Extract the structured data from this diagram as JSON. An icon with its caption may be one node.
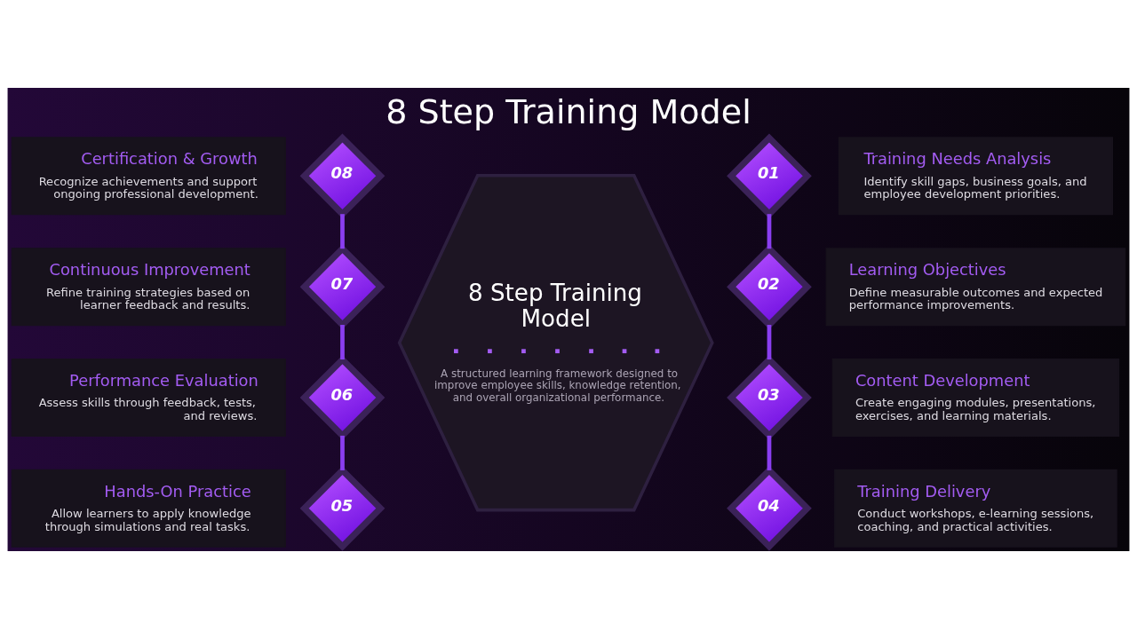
{
  "diagram": {
    "title": "8 Step Training Model",
    "nodes": [
      {
        "text": [
          "8 Step Training Model",
          "A structured learning framework designed to improve employee skills, knowledge retention, and overall organizational performance."
        ]
      },
      {
        "text": [
          "01"
        ]
      },
      {
        "text": [
          "Training Needs Analysis",
          "Identify skill gaps, business goals, and employee development priorities."
        ]
      },
      {
        "text": [
          "02"
        ]
      },
      {
        "text": [
          "Learning Objectives",
          "Define measurable outcomes and expected performance improvements."
        ]
      },
      {
        "text": [
          "03"
        ]
      },
      {
        "text": [
          "Content Development",
          "Create engaging modules, presentations, exercises, and learning materials."
        ]
      },
      {
        "text": [
          "04"
        ]
      },
      {
        "text": [
          "Training Delivery",
          "Conduct workshops, e-learning sessions, coaching, and practical activities."
        ]
      },
      {
        "text": [
          "05"
        ]
      },
      {
        "text": [
          "Hands-On Practice",
          "Allow learners to apply knowledge through simulations and real tasks."
        ]
      },
      {
        "text": [
          "06"
        ]
      },
      {
        "text": [
          "Performance Evaluation",
          "Assess skills through feedback, tests, and reviews."
        ]
      },
      {
        "text": [
          "07"
        ]
      },
      {
        "text": [
          "Continuous Improvement",
          "Refine training strategies based on learner feedback and results."
        ]
      },
      {
        "text": [
          "08"
        ]
      },
      {
        "text": [
          "Certification & Growth",
          "Recognize achievements and support ongoing professional development."
        ]
      }
    ],
    "edges": [
      {
        "from": 1,
        "to": 3,
        "arrow": "none"
      },
      {
        "from": 3,
        "to": 5,
        "arrow": "none"
      },
      {
        "from": 5,
        "to": 7,
        "arrow": "none"
      },
      {
        "from": 15,
        "to": 13,
        "arrow": "none"
      },
      {
        "from": 13,
        "to": 11,
        "arrow": "none"
      },
      {
        "from": 11,
        "to": 9,
        "arrow": "none"
      }
    ]
  }
}
